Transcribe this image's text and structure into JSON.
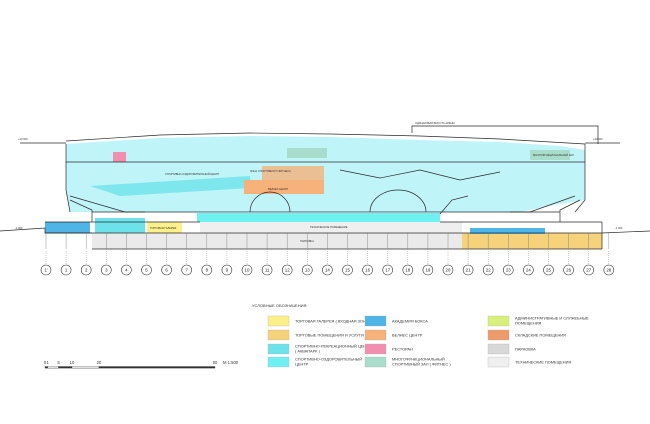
{
  "colors": {
    "gallery": "#fbf08a",
    "shops": "#f6d27a",
    "sports_recreation": "#6ee2ea",
    "sports_wellness": "#6ff0f2",
    "boxing": "#4fb4e6",
    "wellness": "#f6b27a",
    "restaurant": "#f28fb0",
    "fitness": "#a8dccb",
    "admin": "#d9ef7c",
    "storage": "#ef9a6a",
    "parking": "#d8d8d8",
    "technical": "#efefef",
    "main_cyan": "#b4f2f8"
  },
  "axes": [
    "1'",
    "1",
    "2",
    "3",
    "4",
    "5",
    "6",
    "7",
    "8",
    "9",
    "10",
    "11",
    "12",
    "13",
    "14",
    "15",
    "16",
    "17",
    "18",
    "19",
    "20",
    "21",
    "22",
    "23",
    "24",
    "25",
    "26",
    "27",
    "28"
  ],
  "roof_label": "ОДИНАКОВАЯ ВЫСОТА АРЕНЫ",
  "left_level": "+33.000",
  "right_level": "+33.000",
  "left_ground": "-1.000",
  "right_ground": "-1.000",
  "room_labels": {
    "arena": "СПОРТИВНО-ОЗДОРОВИТЕЛЬНЫЙ ЦЕНТР",
    "fitness_zone": "ЗОНА СПОРТИВНОГО ФИТНЕСА",
    "wellness": "ВЕЛНЕС ЦЕНТР",
    "restaurant_r": "МНОГОФУНКЦИОНАЛЬНЫЙ ЗАЛ",
    "technical": "ТЕХНИЧЕСКОЕ ПОМЕЩЕНИЕ",
    "parking": "ПАРКОВКА",
    "gallery": "ТОРГОВАЯ ГАЛЕРЕЯ"
  },
  "legend": {
    "title": "УСЛОВНЫЕ ОБОЗНАЧЕНИЯ:",
    "items": [
      {
        "color": "gallery",
        "text": [
          "ТОРГОВАЯ ГАЛЕРЕЯ ( ВХОДНАЯ ЗОНА"
        ]
      },
      {
        "color": "shops",
        "text": [
          "ТОРГОВЫЕ ПОМЕЩЕНИЯ И УСЛУГИ"
        ]
      },
      {
        "color": "sports_recreation",
        "text": [
          "СПОРТИВНО-РЕКРЕАЦИОННЫЙ ЦЕНТР",
          "( АКВАПАРК )"
        ]
      },
      {
        "color": "sports_wellness",
        "text": [
          "СПОРТИВНО-ОЗДОРОВИТЕЛЬНЫЙ",
          "ЦЕНТР"
        ]
      },
      {
        "color": "boxing",
        "text": [
          "АКАДЕМИЯ БОКСА"
        ]
      },
      {
        "color": "wellness",
        "text": [
          "ВЕЛНЕС ЦЕНТР"
        ]
      },
      {
        "color": "restaurant",
        "text": [
          "РЕСТОРАН"
        ]
      },
      {
        "color": "fitness",
        "text": [
          "МНОГОФУНКЦИОНАЛЬНЫЙ",
          "СПОРТИВНЫЙ ЗАЛ ( ФИТНЕС )"
        ]
      },
      {
        "color": "admin",
        "text": [
          "АДМИНИСТРАТИВНЫЕ И СЛУЖЕБНЫЕ",
          "ПОМЕЩЕНИЯ"
        ]
      },
      {
        "color": "storage",
        "text": [
          "СКЛАДСКИЕ ПОМЕЩЕНИЯ"
        ]
      },
      {
        "color": "parking",
        "text": [
          "ПАРКОВКА"
        ]
      },
      {
        "color": "technical",
        "text": [
          "ТЕХНИЧЕСКИЕ ПОМЕЩЕНИЯ"
        ]
      }
    ]
  },
  "scale": {
    "ticks": [
      "0",
      "1",
      "5",
      "10",
      "20",
      "50"
    ],
    "label": "М 1:500"
  }
}
